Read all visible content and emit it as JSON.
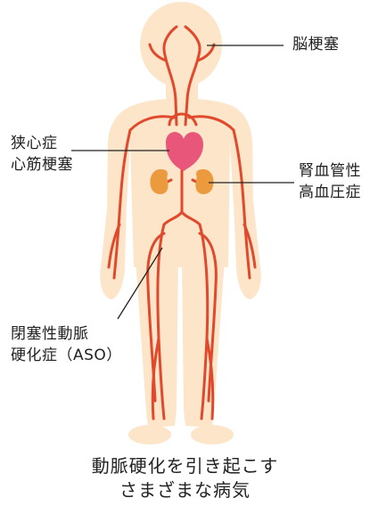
{
  "labels": {
    "brain": "脳梗塞",
    "heart_line1": "狭心症",
    "heart_line2": "心筋梗塞",
    "kidney_line1": "腎血管性",
    "kidney_line2": "高血圧症",
    "leg_line1": "閉塞性動脈",
    "leg_line2": "硬化症（ASO）"
  },
  "caption": {
    "line1": "動脈硬化を引き起こす",
    "line2": "さまざまな病気"
  },
  "colors": {
    "body": "#fde5c9",
    "artery": "#e0492c",
    "heart": "#e8577a",
    "kidney": "#ec9a3e",
    "leader_line": "#222222"
  }
}
